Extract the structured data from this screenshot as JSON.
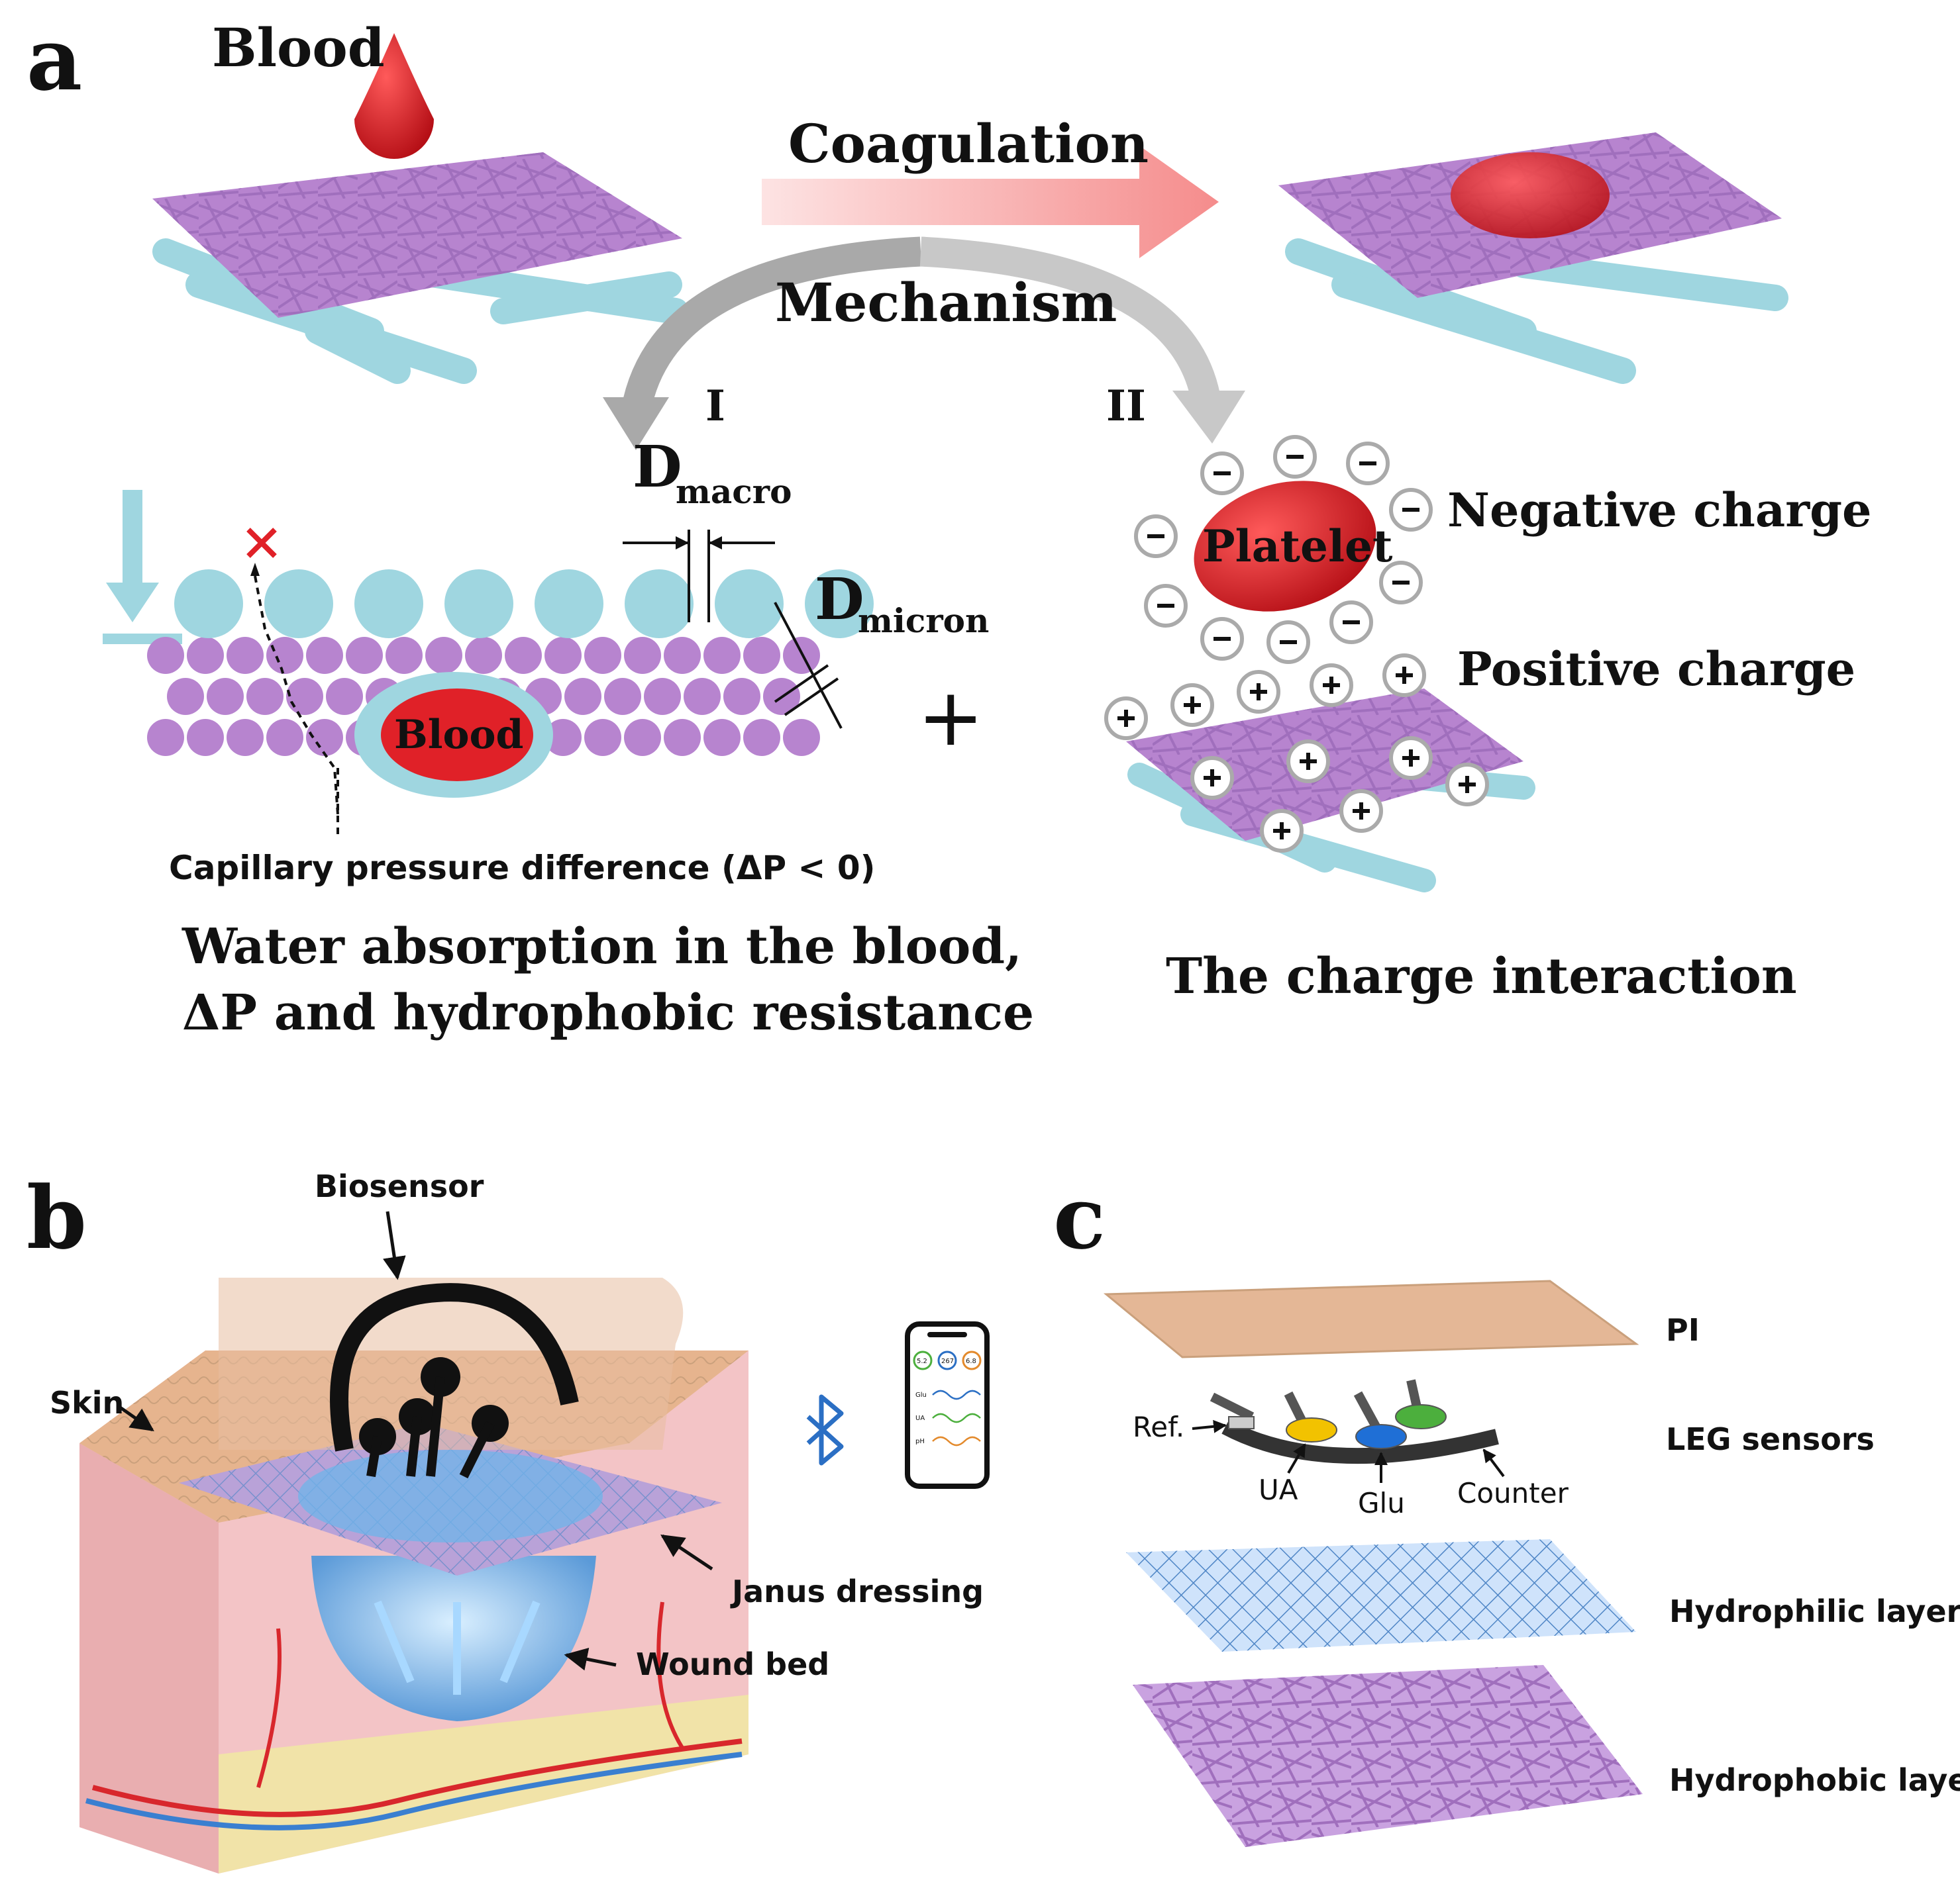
{
  "panel_a": {
    "letter": "a",
    "blood_label": "Blood",
    "coagulation_label": "Coagulation",
    "mechanism_label": "Mechanism",
    "path_i": "I",
    "path_ii": "II",
    "d_macro_main": "D",
    "d_macro_sub": "macro",
    "d_micron_main": "D",
    "d_micron_sub": "micron",
    "blood_drop_label": "Blood",
    "capillary_label": "Capillary pressure difference (ΔP < 0)",
    "caption_i_line1": "Water absorption in the blood,",
    "caption_i_line2": "ΔP and hydrophobic resistance",
    "plus_sign": "+",
    "platelet_label": "Platelet",
    "negative_label": "Negative charge",
    "positive_label": "Positive charge",
    "caption_ii": "The charge interaction",
    "colors": {
      "fiber": "#b784cf",
      "hydrophilic": "#9fd6e0",
      "blood": "#d81f26",
      "arrow": "#f3a0a0"
    }
  },
  "panel_b": {
    "letter": "b",
    "biosensor_label": "Biosensor",
    "skin_label": "Skin",
    "janus_label": "Janus dressing",
    "wound_label": "Wound bed",
    "bluetooth_icon": "bluetooth-icon",
    "phone": {
      "readings": [
        "5.2",
        "267",
        "6.8"
      ],
      "rows": [
        "Glu",
        "UA",
        "pH"
      ]
    }
  },
  "panel_c": {
    "letter": "c",
    "pi_label": "PI",
    "leg_label": "LEG sensors",
    "ref_label": "Ref.",
    "ua_label": "UA",
    "glu_label": "Glu",
    "counter_label": "Counter",
    "hydrophilic_label": "Hydrophilic layer",
    "hydrophobic_label": "Hydrophobic layer",
    "colors": {
      "pi": "#e4b796",
      "ua": "#f2c200",
      "glu": "#1f6fd6",
      "ph": "#4caf3d"
    }
  }
}
